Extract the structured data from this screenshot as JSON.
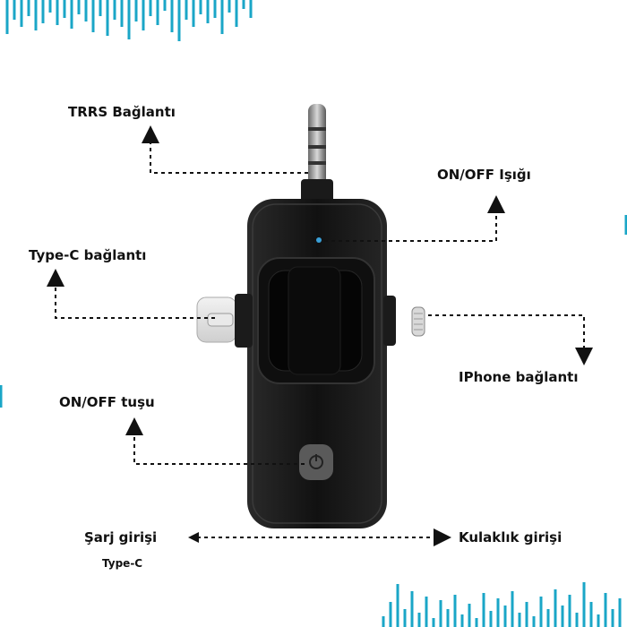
{
  "labels": {
    "trrs": "TRRS Bağlantı",
    "onoff_light": "ON/OFF Işığı",
    "typec_conn": "Type-C bağlantı",
    "iphone_conn": "IPhone bağlantı",
    "onoff_button": "ON/OFF tuşu",
    "charge_input": "Şarj girişi",
    "charge_type": "Type-C",
    "headphone_input": "Kulaklık girişi"
  },
  "colors": {
    "wave": "#1aa6c7",
    "device": "#161616",
    "arrow": "#111111"
  }
}
